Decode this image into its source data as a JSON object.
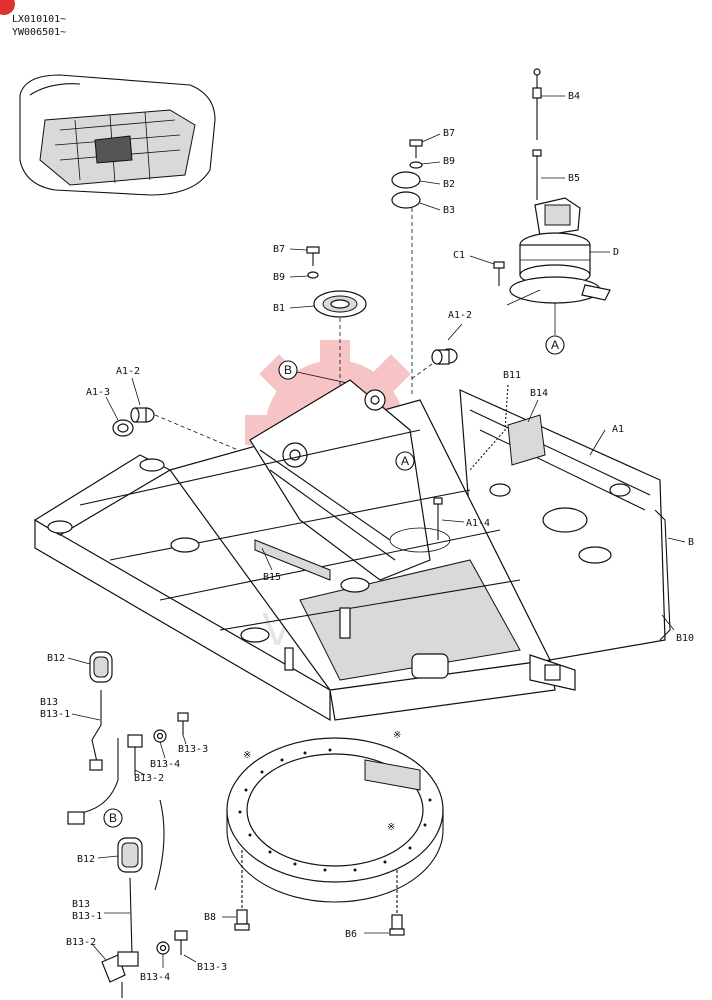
{
  "header": {
    "serial_line_1": "LX010101~",
    "serial_line_2": "YW006501~"
  },
  "watermark": {
    "text": "VIHTEX",
    "color": "#e03030"
  },
  "labels": {
    "B4": "B4",
    "B5": "B5",
    "D": "D",
    "C1": "C1",
    "B7_top": "B7",
    "B9_top": "B9",
    "B2": "B2",
    "B3": "B3",
    "B7_mid": "B7",
    "B9_mid": "B9",
    "B1": "B1",
    "A1_2_right": "A1-2",
    "A1_2_left": "A1-2",
    "A1_3": "A1-3",
    "B11": "B11",
    "B14": "B14",
    "A1": "A1",
    "A1_4": "A1-4",
    "B15": "B15",
    "B_right": "B",
    "B10": "B10",
    "B12_top": "B12",
    "B13_top": "B13",
    "B13_1_top": "B13-1",
    "B13_4_top": "B13-4",
    "B13_3_top": "B13-3",
    "B13_2_top": "B13-2",
    "B12_bot": "B12",
    "B13_bot": "B13",
    "B13_1_bot": "B13-1",
    "B13_2_bot": "B13-2",
    "B13_4_bot": "B13-4",
    "B13_3_bot": "B13-3",
    "B8": "B8",
    "B6": "B6",
    "ref_mark": "※"
  },
  "callouts": {
    "A_top": "A",
    "A_mid": "A",
    "B_top": "B",
    "B_bot": "B"
  },
  "icons": {
    "corner_badge": "red-circle-badge-icon",
    "watermark_logo": "gear-logo-icon"
  }
}
